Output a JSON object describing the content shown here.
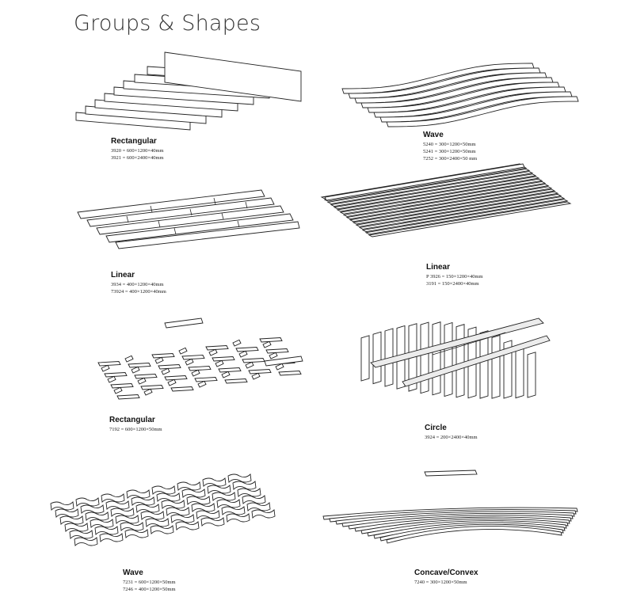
{
  "page": {
    "title": "Groups & Shapes",
    "stroke_color": "#222222",
    "background": "#ffffff"
  },
  "items": [
    {
      "name": "Rectangular",
      "lines": [
        "3920 = 600×1200×40mm",
        "3921 = 600×2400×40mm"
      ]
    },
    {
      "name": "Wave",
      "lines": [
        "5240 = 300×1200×50mm",
        "5241 = 300×1200×50mm",
        "7252 = 300×2400×50 mm"
      ]
    },
    {
      "name": "Linear",
      "lines": [
        "3934 = 400×1200×40mm",
        "73924 = 400×1200×40mm"
      ]
    },
    {
      "name": "Linear",
      "lines": [
        "P 3926 = 150×1200×40mm",
        "3191 = 150×2400×40mm"
      ]
    },
    {
      "name": "Rectangular",
      "lines": [
        "7192 = 600×1200×50mm"
      ]
    },
    {
      "name": "Circle",
      "lines": [
        "3924 = 200×2400×40mm"
      ]
    },
    {
      "name": "Wave",
      "lines": [
        "7231 = 600×1200×50mm",
        "7246 = 400×1200×50mm"
      ]
    },
    {
      "name": "Concave/Convex",
      "lines": [
        "7240 = 300×1200×50mm"
      ]
    }
  ]
}
